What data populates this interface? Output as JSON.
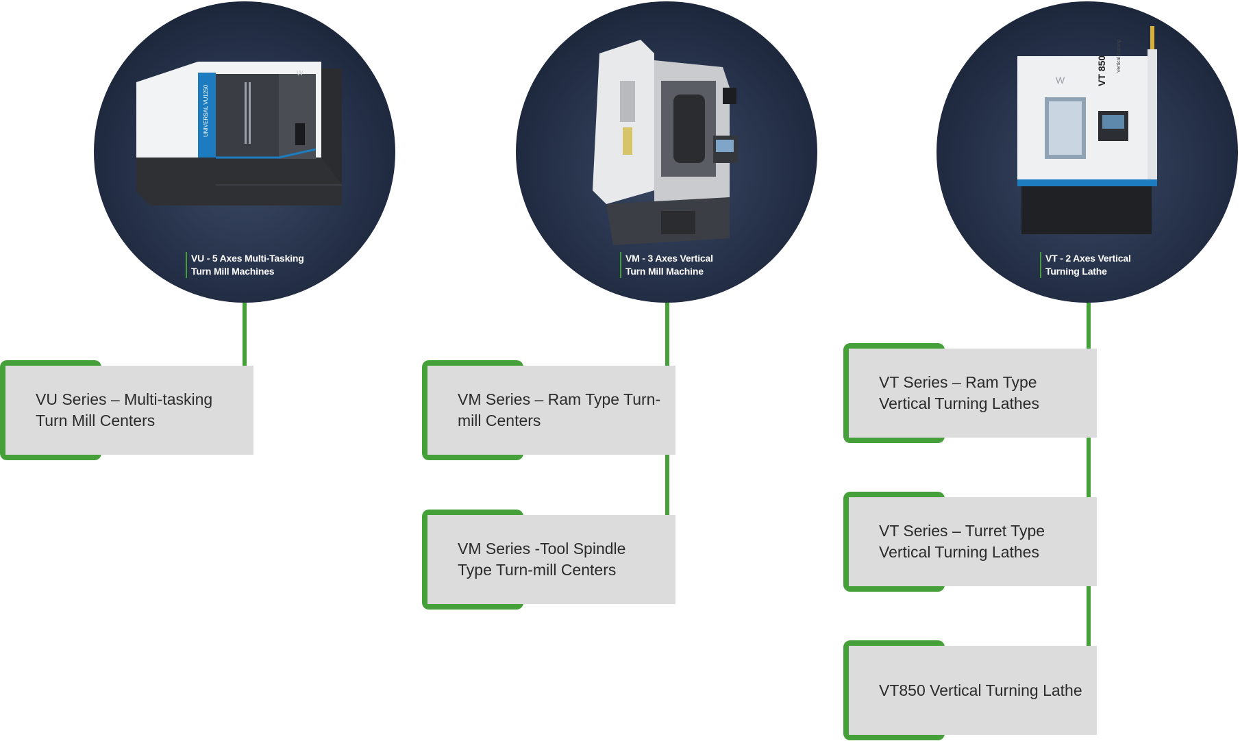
{
  "columns": [
    {
      "circle_caption": "VU - 5 Axes Multi-Tasking\nTurn Mill Machines",
      "machine_badge": "UNIVERSAL VU1250",
      "items": [
        "VU Series – Multi-tasking Turn Mill Centers"
      ]
    },
    {
      "circle_caption": "VM - 3 Axes Vertical\nTurn Mill Machine",
      "items": [
        "VM Series – Ram Type Turn-mill Centers",
        "VM Series -Tool Spindle Type Turn-mill Centers"
      ]
    },
    {
      "circle_caption": "VT - 2 Axes Vertical\nTurning Lathe",
      "machine_model": "VT 850",
      "machine_sub": "Vertical Turning",
      "items": [
        "VT Series – Ram Type Vertical Turning Lathes",
        "VT Series – Turret Type Vertical Turning Lathes",
        "VT850 Vertical Turning Lathe"
      ]
    }
  ],
  "colors": {
    "accent": "#45a03a",
    "box": "#dcdcdc",
    "circle": "#26324a"
  }
}
